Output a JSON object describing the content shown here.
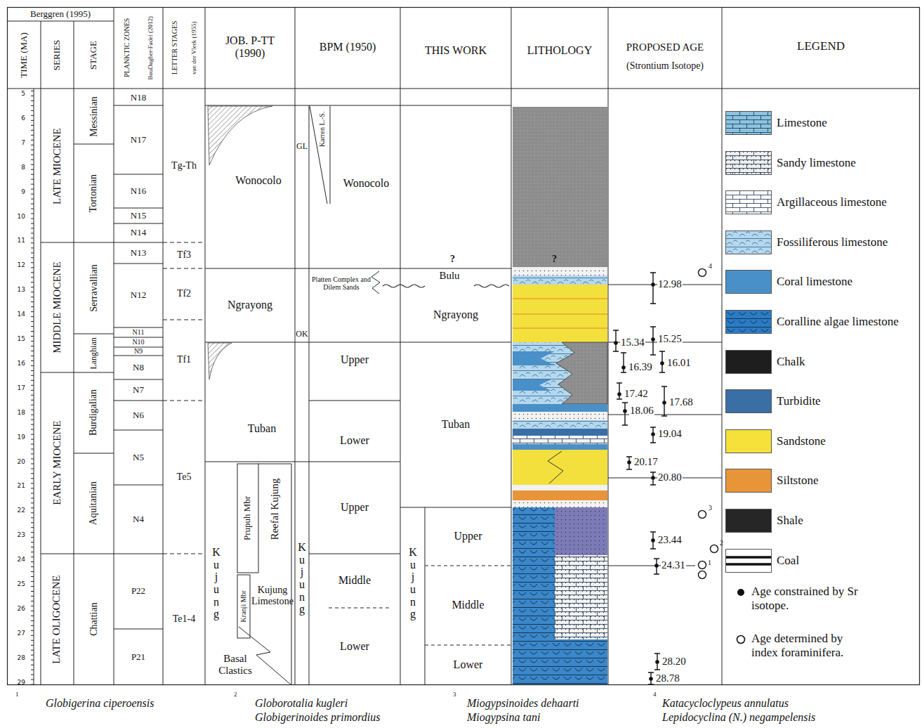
{
  "diagram": {
    "nodes": [
      {
        "text": [
          "Berggren (1995)"
        ]
      },
      {
        "text": [
          "TIME (MA)"
        ]
      },
      {
        "text": [
          "SERIES"
        ]
      },
      {
        "text": [
          "STAGE"
        ]
      },
      {
        "text": [
          "PLANKTIC ZONES",
          "BouDagher-Fadel (2012)"
        ]
      },
      {
        "text": [
          "LETTER STAGES",
          "van der Vlerk (1955)"
        ]
      },
      {
        "text": [
          "JOB. P-TT (1990)"
        ]
      },
      {
        "text": [
          "BPM (1950)"
        ]
      },
      {
        "text": [
          "THIS WORK"
        ]
      },
      {
        "text": [
          "LITHOLOGY"
        ]
      },
      {
        "text": [
          "PROPOSED AGE",
          "(Strontium Isotope)"
        ]
      },
      {
        "text": [
          "LEGEND"
        ]
      },
      {
        "text": [
          "LATE MIOCENE"
        ]
      },
      {
        "text": [
          "MIDDLE MIOCENE"
        ]
      },
      {
        "text": [
          "EARLY MIOCENE"
        ]
      },
      {
        "text": [
          "LATE OLIGOCENE"
        ]
      },
      {
        "text": [
          "Messinian"
        ]
      },
      {
        "text": [
          "Tortonian"
        ]
      },
      {
        "text": [
          "Serravallian"
        ]
      },
      {
        "text": [
          "Langhian"
        ]
      },
      {
        "text": [
          "Burdigalian"
        ]
      },
      {
        "text": [
          "Aquitanian"
        ]
      },
      {
        "text": [
          "Chattian"
        ]
      },
      {
        "text": [
          "N18"
        ]
      },
      {
        "text": [
          "N17"
        ]
      },
      {
        "text": [
          "N16"
        ]
      },
      {
        "text": [
          "N15"
        ]
      },
      {
        "text": [
          "N14"
        ]
      },
      {
        "text": [
          "N13"
        ]
      },
      {
        "text": [
          "N12"
        ]
      },
      {
        "text": [
          "N11"
        ]
      },
      {
        "text": [
          "N10"
        ]
      },
      {
        "text": [
          "N9"
        ]
      },
      {
        "text": [
          "N8"
        ]
      },
      {
        "text": [
          "N7"
        ]
      },
      {
        "text": [
          "N6"
        ]
      },
      {
        "text": [
          "N5"
        ]
      },
      {
        "text": [
          "N4"
        ]
      },
      {
        "text": [
          "P22"
        ]
      },
      {
        "text": [
          "P21"
        ]
      },
      {
        "text": [
          "Tg-Th"
        ]
      },
      {
        "text": [
          "Tf3"
        ]
      },
      {
        "text": [
          "Tf2"
        ]
      },
      {
        "text": [
          "Tf1"
        ]
      },
      {
        "text": [
          "Te5"
        ]
      },
      {
        "text": [
          "Te1-4"
        ]
      },
      {
        "text": [
          "Wonocolo"
        ]
      },
      {
        "text": [
          "Ngrayong"
        ]
      },
      {
        "text": [
          "Tuban"
        ]
      },
      {
        "text": [
          "Kujung"
        ]
      },
      {
        "text": [
          "Prupuh Mbr"
        ],
        "in": 49
      },
      {
        "text": [
          "Reefal Kujung"
        ],
        "in": 49
      },
      {
        "text": [
          "Kranji Mbr"
        ],
        "in": 49
      },
      {
        "text": [
          "Kujung Limestone"
        ],
        "in": 49
      },
      {
        "text": [
          "Basal Clastics"
        ],
        "in": 49
      },
      {
        "text": [
          "GL"
        ]
      },
      {
        "text": [
          "Wonocolo"
        ]
      },
      {
        "text": [
          "Karren L.-S."
        ],
        "in": 56
      },
      {
        "text": [
          "Platten Complex and Dilem Sands"
        ]
      },
      {
        "text": [
          "OK"
        ]
      },
      {
        "text": [
          "Upper"
        ]
      },
      {
        "text": [
          "Lower"
        ]
      },
      {
        "text": [
          "Kujung"
        ]
      },
      {
        "text": [
          "Upper"
        ]
      },
      {
        "text": [
          "Middle"
        ]
      },
      {
        "text": [
          "Lower"
        ]
      },
      {
        "text": [
          "Bulu"
        ]
      },
      {
        "text": [
          "Ngrayong"
        ]
      },
      {
        "text": [
          "Tuban"
        ]
      },
      {
        "text": [
          "Kujung"
        ]
      },
      {
        "text": [
          "Upper"
        ]
      },
      {
        "text": [
          "Middle"
        ]
      },
      {
        "text": [
          "Lower"
        ]
      }
    ],
    "labels": [
      "5",
      "6",
      "7",
      "8",
      "9",
      "10",
      "11",
      "12",
      "13",
      "14",
      "15",
      "16",
      "17",
      "18",
      "19",
      "20",
      "21",
      "22",
      "23",
      "24",
      "25",
      "26",
      "27",
      "28",
      "29",
      "?",
      "?",
      "12.98",
      "15.34",
      "15.25",
      "16.39",
      "16.01",
      "17.42",
      "18.06",
      "17.68",
      "19.04",
      "20.17",
      "20.80",
      "23.44",
      "24.31",
      "28.20",
      "28.78",
      "4",
      "3",
      "2",
      "1",
      "1",
      "Globigerina ciperoensis",
      "2",
      "Globorotalia kugleri",
      "Globigerinoides primordius",
      "3",
      "Miogypsinoides dehaarti",
      "Miogypsina tani",
      "4",
      "Katacycloclypeus annulatus",
      "Lepidocyclina (N.) negampelensis"
    ],
    "legend": [
      {
        "text": "Limestone",
        "color": "#8cc3df"
      },
      {
        "text": "Sandy limestone",
        "color": "#eeeeee"
      },
      {
        "text": "Argillaceous limestone",
        "color": "#ffffff"
      },
      {
        "text": "Fossiliferous limestone",
        "color": "#b5d8ee"
      },
      {
        "text": "Coral limestone",
        "color": "#4a90c8"
      },
      {
        "text": "Coralline algae limestone",
        "color": "#2b7cc4"
      },
      {
        "text": "Chalk",
        "color": "#1e1e1e"
      },
      {
        "text": "Turbidite",
        "color": "#3a6fa5"
      },
      {
        "text": "Sandstone",
        "color": "#f6e13a"
      },
      {
        "text": "Siltstone",
        "color": "#e8953a"
      },
      {
        "text": "Shale",
        "color": "#262626"
      },
      {
        "text": "Coal"
      },
      {
        "text": "Age constrained by Sr isotope."
      },
      {
        "text": "Age determined by index foraminifera."
      }
    ]
  }
}
